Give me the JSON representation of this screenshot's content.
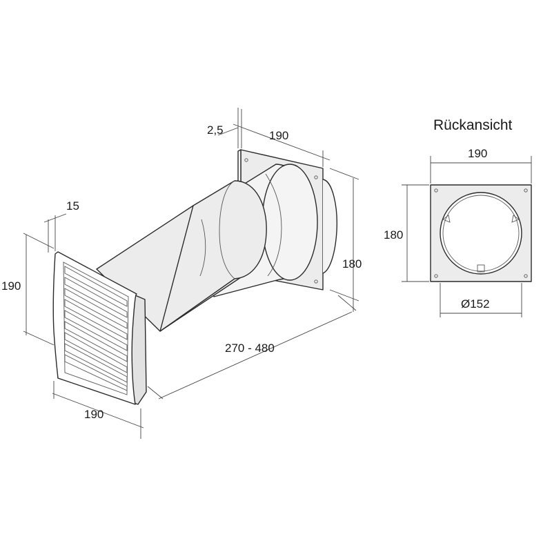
{
  "back_view": {
    "title": "Rückansicht",
    "width_label": "190",
    "height_label": "180",
    "diameter_label": "Ø152"
  },
  "main_view": {
    "flange_thickness_label": "2,5",
    "flange_width_label": "190",
    "flange_height_label": "180",
    "grille_depth_label": "15",
    "grille_height_label": "190",
    "grille_width_label": "190",
    "pipe_length_label": "270 - 480"
  }
}
